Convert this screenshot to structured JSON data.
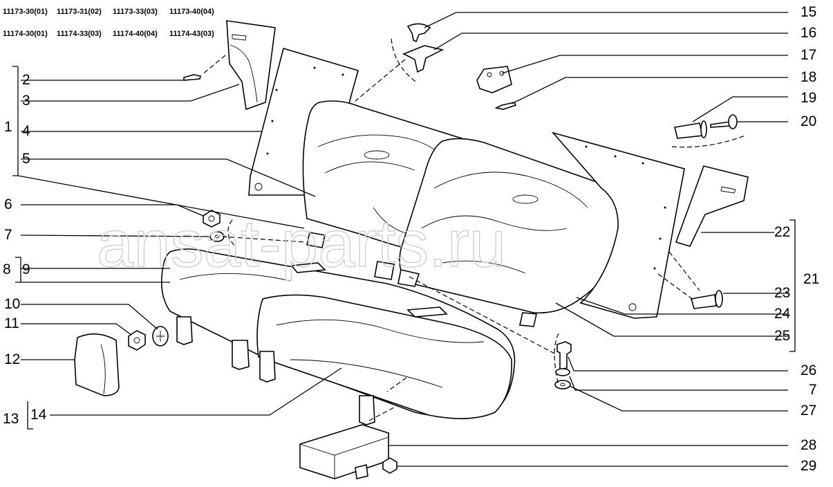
{
  "models": [
    "11173-30(01)",
    "11173-31(02)",
    "11173-33(03)",
    "11173-40(04)",
    "11174-30(01)",
    "11174-33(03)",
    "11174-40(04)",
    "11174-43(03)"
  ],
  "callouts": {
    "n1": "1",
    "n2": "2",
    "n3": "3",
    "n4": "4",
    "n5": "5",
    "n6": "6",
    "n7a": "7",
    "n8": "8",
    "n9": "9",
    "n10": "10",
    "n11": "11",
    "n12": "12",
    "n13": "13",
    "n14": "14",
    "n15": "15",
    "n16": "16",
    "n17": "17",
    "n18": "18",
    "n19": "19",
    "n20": "20",
    "n21": "21",
    "n22": "22",
    "n23": "23",
    "n24": "24",
    "n25": "25",
    "n26": "26",
    "n7b": "7",
    "n27": "27",
    "n28": "28",
    "n29": "29"
  },
  "watermark": "ansat-parts.ru"
}
